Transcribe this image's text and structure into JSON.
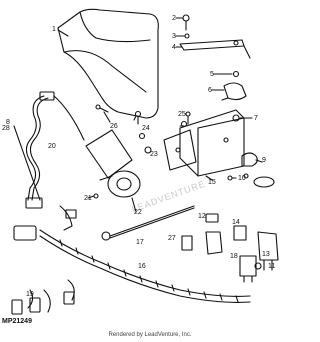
{
  "diagram": {
    "figure_id": "MP21249",
    "credit": "Rendered by LeadVenture, Inc.",
    "watermark": "LEADVENTURE",
    "callouts": [
      "1",
      "2",
      "3",
      "4",
      "5",
      "6",
      "7",
      "8",
      "9",
      "10",
      "11",
      "12",
      "13",
      "14",
      "15",
      "16",
      "17",
      "18",
      "19",
      "20",
      "21",
      "22",
      "23",
      "24",
      "25",
      "26",
      "27",
      "28"
    ]
  }
}
